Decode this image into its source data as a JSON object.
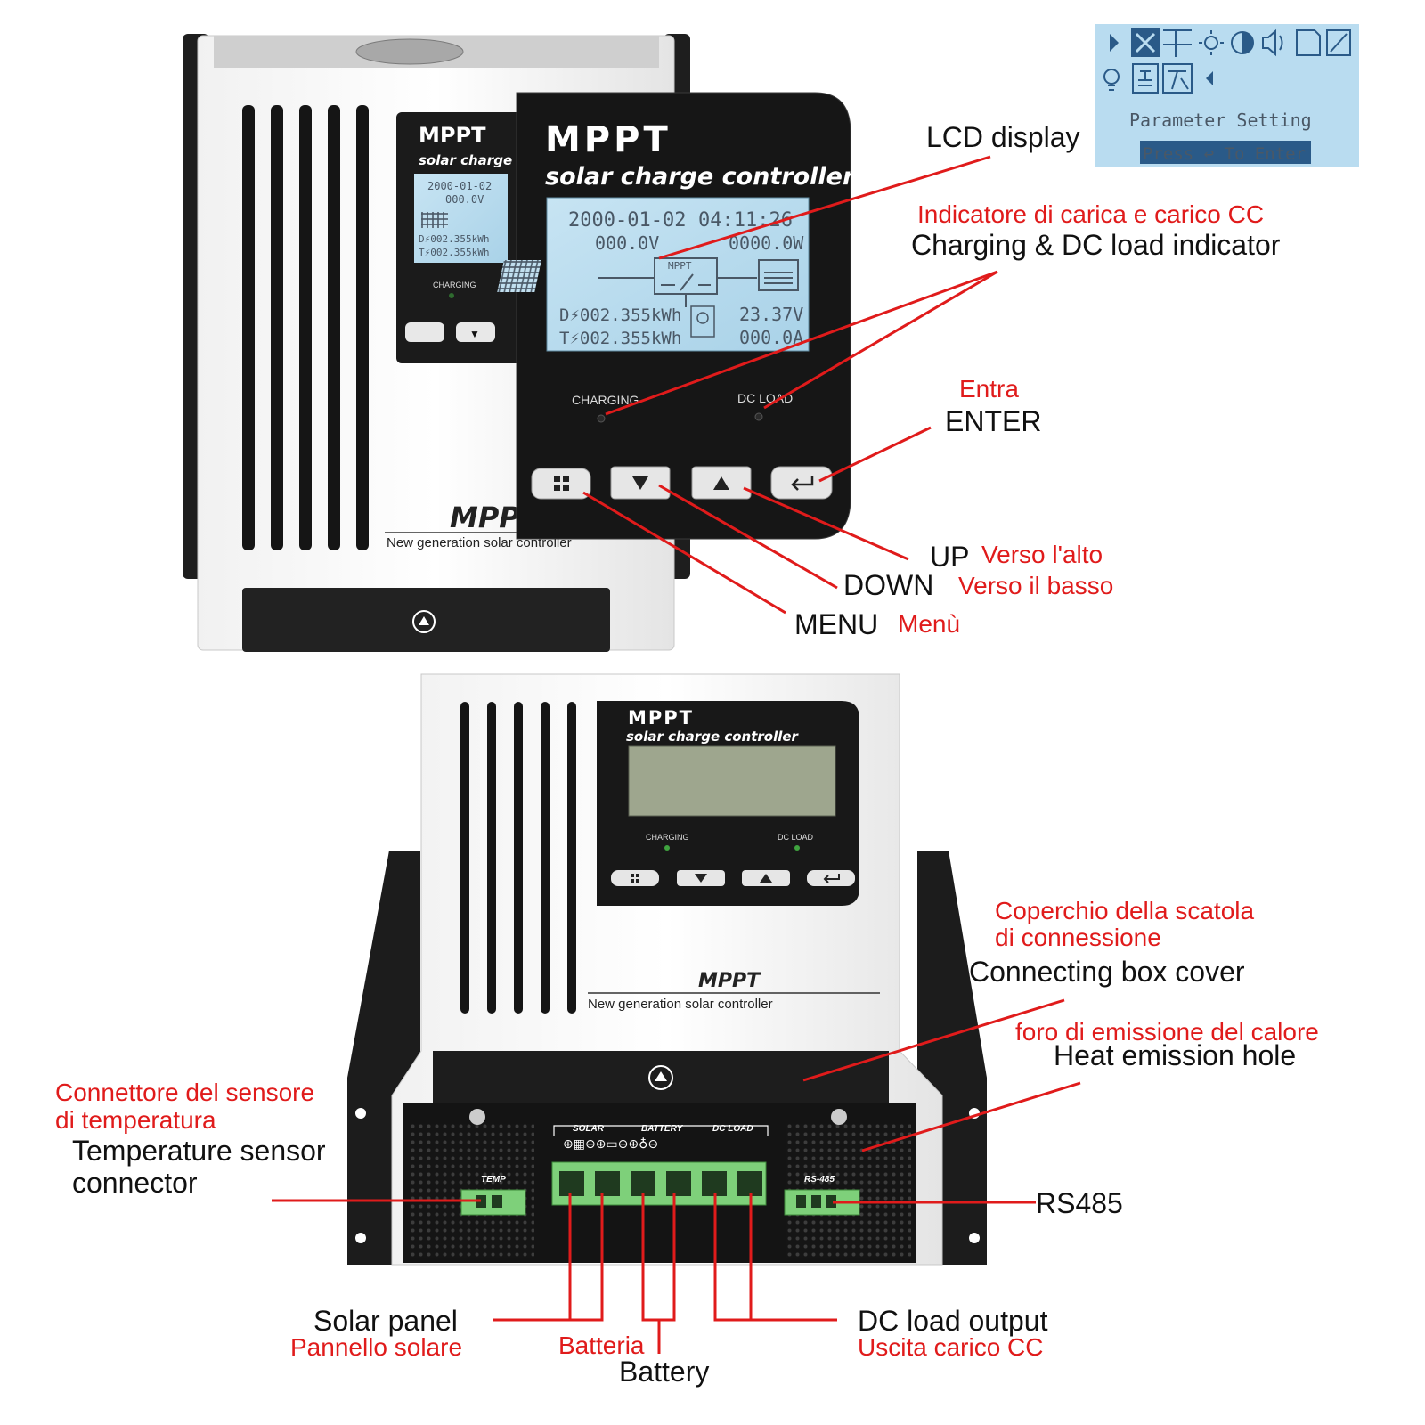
{
  "device_top": {
    "brand": "MPPT",
    "subtitle": "solar charge controller",
    "model_mark": "MPPT",
    "tagline": "New generation solar controller",
    "led_charging": "CHARGING",
    "led_dc_load": "DC LOAD",
    "lcd": {
      "date": "2000-01-02",
      "time": "04:11:26",
      "pv_voltage": "000.0V",
      "power": "0000.0W",
      "mppt_tag": "MPPT",
      "daily_energy": "D⚡002.355kWh",
      "total_energy": "T⚡002.355kWh",
      "battery_voltage": "23.37V",
      "load_current": "000.0A"
    },
    "back_lcd": {
      "date": "2000-01-02",
      "voltage": "000.0V",
      "daily_energy": "D⚡002.355kWh",
      "total_energy": "T⚡002.355kWh"
    }
  },
  "lcd_inset": {
    "menu_title": "Parameter Setting",
    "hint": "Press ↩ To Enter",
    "icons": [
      "play-arrow-icon",
      "tools-icon",
      "grid-icon",
      "sun-icon",
      "contrast-icon",
      "speaker-icon",
      "document-icon",
      "exit-icon",
      "bulb-icon",
      "network-icon",
      "language-icon",
      "back-arrow-icon"
    ]
  },
  "device_bottom": {
    "brand": "MPPT",
    "subtitle": "solar charge controller",
    "model_mark": "MPPT",
    "tagline": "New generation solar controller",
    "led_charging": "CHARGING",
    "led_dc_load": "DC LOAD",
    "terminal_labels": {
      "solar": "SOLAR",
      "battery": "BATTERY",
      "dc_load": "DC LOAD",
      "temp": "TEMP",
      "rs485": "RS-485"
    }
  },
  "callouts": {
    "lcd_display": {
      "en": "LCD display"
    },
    "indicator": {
      "it": "Indicatore di carica e carico CC",
      "en": "Charging & DC load indicator"
    },
    "enter": {
      "it": "Entra",
      "en": "ENTER"
    },
    "up": {
      "en": "UP",
      "it": "Verso l'alto"
    },
    "down": {
      "en": "DOWN",
      "it": "Verso il basso"
    },
    "menu": {
      "en": "MENU",
      "it": "Menù"
    },
    "box_cover": {
      "it_line1": "Coperchio della scatola",
      "it_line2": "di connessione",
      "en": "Connecting box cover"
    },
    "heat_hole": {
      "it": "foro di emissione del calore",
      "en": "Heat emission hole"
    },
    "temp_sensor": {
      "it_line1": "Connettore del sensore",
      "it_line2": "di temperatura",
      "en_line1": "Temperature sensor",
      "en_line2": "connector"
    },
    "rs485": {
      "en": "RS485"
    },
    "solar_panel": {
      "en": "Solar panel",
      "it": "Pannello solare"
    },
    "battery": {
      "it": "Batteria",
      "en": "Battery"
    },
    "dc_load_output": {
      "en": "DC load output",
      "it": "Uscita carico CC"
    }
  },
  "colors": {
    "callout_line": "#e01b1b",
    "italian_text": "#e01b1b",
    "english_text": "#111111",
    "lcd_background": "#b7d8ea",
    "panel_black": "#1b1b1b",
    "terminal_green": "#7ed07a"
  }
}
